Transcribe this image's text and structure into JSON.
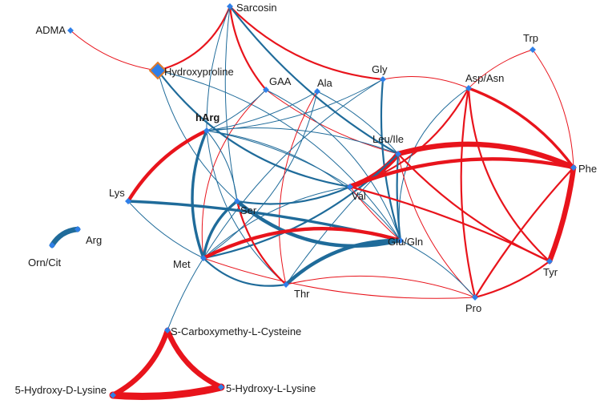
{
  "colors": {
    "positive": "#e8141c",
    "negative": "#1f6b9a",
    "node": "#2f7fe8",
    "highlight": "#e07a2a"
  },
  "nodes": [
    {
      "id": "sarcosin",
      "label": "Sarcosin"
    },
    {
      "id": "adma",
      "label": "ADMA"
    },
    {
      "id": "hydroxyproline",
      "label": "Hydroxyproline"
    },
    {
      "id": "gaa",
      "label": "GAA"
    },
    {
      "id": "ala",
      "label": "Ala"
    },
    {
      "id": "gly",
      "label": "Gly"
    },
    {
      "id": "trp",
      "label": "Trp"
    },
    {
      "id": "asp-asn",
      "label": "Asp/Asn"
    },
    {
      "id": "harg",
      "label": "hArg"
    },
    {
      "id": "leu-ile",
      "label": "Leu/Ile"
    },
    {
      "id": "phe",
      "label": "Phe"
    },
    {
      "id": "lys",
      "label": "Lys"
    },
    {
      "id": "val",
      "label": "Val"
    },
    {
      "id": "ser",
      "label": "Ser"
    },
    {
      "id": "arg",
      "label": "Arg"
    },
    {
      "id": "orn-cit",
      "label": "Orn/Cit"
    },
    {
      "id": "met",
      "label": "Met"
    },
    {
      "id": "glu-gln",
      "label": "Glu/Gln"
    },
    {
      "id": "tyr",
      "label": "Tyr"
    },
    {
      "id": "thr",
      "label": "Thr"
    },
    {
      "id": "pro",
      "label": "Pro"
    },
    {
      "id": "s-carboxymethyl-l-cysteine",
      "label": "S-Carboxymethy-L-Cysteine"
    },
    {
      "id": "5-hydroxy-d-lysine",
      "label": "5-Hydroxy-D-Lysine"
    },
    {
      "id": "5-hydroxy-l-lysine",
      "label": "5-Hydroxy-L-Lysine"
    }
  ],
  "edges": [
    {
      "a": "adma",
      "b": "hydroxyproline",
      "sign": "positive",
      "weight": 1
    },
    {
      "a": "hydroxyproline",
      "b": "sarcosin",
      "sign": "positive",
      "weight": 2
    },
    {
      "a": "sarcosin",
      "b": "gly",
      "sign": "positive",
      "weight": 2
    },
    {
      "a": "sarcosin",
      "b": "gaa",
      "sign": "positive",
      "weight": 2
    },
    {
      "a": "sarcosin",
      "b": "harg",
      "sign": "negative",
      "weight": 1
    },
    {
      "a": "sarcosin",
      "b": "ser",
      "sign": "negative",
      "weight": 1
    },
    {
      "a": "sarcosin",
      "b": "leu-ile",
      "sign": "negative",
      "weight": 2
    },
    {
      "a": "hydroxyproline",
      "b": "val",
      "sign": "negative",
      "weight": 2
    },
    {
      "a": "hydroxyproline",
      "b": "ser",
      "sign": "negative",
      "weight": 1
    },
    {
      "a": "hydroxyproline",
      "b": "glu-gln",
      "sign": "negative",
      "weight": 1
    },
    {
      "a": "gaa",
      "b": "met",
      "sign": "positive",
      "weight": 1
    },
    {
      "a": "gaa",
      "b": "leu-ile",
      "sign": "positive",
      "weight": 1
    },
    {
      "a": "gaa",
      "b": "harg",
      "sign": "negative",
      "weight": 1
    },
    {
      "a": "gaa",
      "b": "glu-gln",
      "sign": "negative",
      "weight": 1
    },
    {
      "a": "ala",
      "b": "harg",
      "sign": "negative",
      "weight": 1
    },
    {
      "a": "ala",
      "b": "met",
      "sign": "negative",
      "weight": 1
    },
    {
      "a": "ala",
      "b": "thr",
      "sign": "positive",
      "weight": 1
    },
    {
      "a": "ala",
      "b": "leu-ile",
      "sign": "negative",
      "weight": 1
    },
    {
      "a": "gly",
      "b": "asp-asn",
      "sign": "positive",
      "weight": 1
    },
    {
      "a": "gly",
      "b": "glu-gln",
      "sign": "negative",
      "weight": 2
    },
    {
      "a": "gly",
      "b": "harg",
      "sign": "negative",
      "weight": 1
    },
    {
      "a": "gly",
      "b": "met",
      "sign": "negative",
      "weight": 1
    },
    {
      "a": "trp",
      "b": "asp-asn",
      "sign": "positive",
      "weight": 1
    },
    {
      "a": "trp",
      "b": "phe",
      "sign": "positive",
      "weight": 1
    },
    {
      "a": "asp-asn",
      "b": "phe",
      "sign": "positive",
      "weight": 3
    },
    {
      "a": "asp-asn",
      "b": "tyr",
      "sign": "positive",
      "weight": 2
    },
    {
      "a": "asp-asn",
      "b": "val",
      "sign": "positive",
      "weight": 2
    },
    {
      "a": "asp-asn",
      "b": "pro",
      "sign": "positive",
      "weight": 2
    },
    {
      "a": "asp-asn",
      "b": "glu-gln",
      "sign": "negative",
      "weight": 1
    },
    {
      "a": "harg",
      "b": "lys",
      "sign": "positive",
      "weight": 4
    },
    {
      "a": "harg",
      "b": "met",
      "sign": "negative",
      "weight": 3
    },
    {
      "a": "harg",
      "b": "ser",
      "sign": "negative",
      "weight": 1
    },
    {
      "a": "harg",
      "b": "val",
      "sign": "negative",
      "weight": 1
    },
    {
      "a": "harg",
      "b": "leu-ile",
      "sign": "negative",
      "weight": 1
    },
    {
      "a": "harg",
      "b": "glu-gln",
      "sign": "negative",
      "weight": 1
    },
    {
      "a": "harg",
      "b": "thr",
      "sign": "negative",
      "weight": 1
    },
    {
      "a": "leu-ile",
      "b": "phe",
      "sign": "positive",
      "weight": 6
    },
    {
      "a": "leu-ile",
      "b": "val",
      "sign": "positive",
      "weight": 6
    },
    {
      "a": "leu-ile",
      "b": "tyr",
      "sign": "positive",
      "weight": 2
    },
    {
      "a": "leu-ile",
      "b": "met",
      "sign": "negative",
      "weight": 2
    },
    {
      "a": "leu-ile",
      "b": "glu-gln",
      "sign": "negative",
      "weight": 2
    },
    {
      "a": "leu-ile",
      "b": "thr",
      "sign": "negative",
      "weight": 1
    },
    {
      "a": "leu-ile",
      "b": "pro",
      "sign": "positive",
      "weight": 1
    },
    {
      "a": "phe",
      "b": "tyr",
      "sign": "positive",
      "weight": 6
    },
    {
      "a": "phe",
      "b": "pro",
      "sign": "positive",
      "weight": 2
    },
    {
      "a": "phe",
      "b": "val",
      "sign": "positive",
      "weight": 4
    },
    {
      "a": "tyr",
      "b": "pro",
      "sign": "positive",
      "weight": 2
    },
    {
      "a": "tyr",
      "b": "val",
      "sign": "positive",
      "weight": 2
    },
    {
      "a": "val",
      "b": "met",
      "sign": "negative",
      "weight": 1
    },
    {
      "a": "val",
      "b": "ser",
      "sign": "negative",
      "weight": 2
    },
    {
      "a": "val",
      "b": "glu-gln",
      "sign": "positive",
      "weight": 1
    },
    {
      "a": "ser",
      "b": "met",
      "sign": "negative",
      "weight": 3
    },
    {
      "a": "ser",
      "b": "thr",
      "sign": "positive",
      "weight": 2
    },
    {
      "a": "ser",
      "b": "glu-gln",
      "sign": "negative",
      "weight": 4
    },
    {
      "a": "lys",
      "b": "glu-gln",
      "sign": "negative",
      "weight": 3
    },
    {
      "a": "lys",
      "b": "met",
      "sign": "negative",
      "weight": 1
    },
    {
      "a": "arg",
      "b": "orn-cit",
      "sign": "negative",
      "weight": 6
    },
    {
      "a": "met",
      "b": "glu-gln",
      "sign": "positive",
      "weight": 4
    },
    {
      "a": "met",
      "b": "thr",
      "sign": "negative",
      "weight": 2
    },
    {
      "a": "met",
      "b": "s-carboxymethyl-l-cysteine",
      "sign": "negative",
      "weight": 1
    },
    {
      "a": "met",
      "b": "pro",
      "sign": "positive",
      "weight": 1
    },
    {
      "a": "thr",
      "b": "glu-gln",
      "sign": "negative",
      "weight": 4
    },
    {
      "a": "thr",
      "b": "pro",
      "sign": "positive",
      "weight": 1
    },
    {
      "a": "glu-gln",
      "b": "pro",
      "sign": "negative",
      "weight": 1
    },
    {
      "a": "s-carboxymethyl-l-cysteine",
      "b": "5-hydroxy-d-lysine",
      "sign": "positive",
      "weight": 6
    },
    {
      "a": "s-carboxymethyl-l-cysteine",
      "b": "5-hydroxy-l-lysine",
      "sign": "positive",
      "weight": 6
    },
    {
      "a": "5-hydroxy-d-lysine",
      "b": "5-hydroxy-l-lysine",
      "sign": "positive",
      "weight": 8
    }
  ]
}
